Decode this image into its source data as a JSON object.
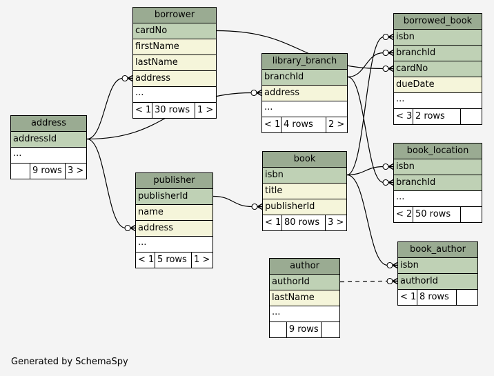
{
  "footer": "Generated by SchemaSpy",
  "tables": [
    {
      "id": "borrower",
      "title": "borrower",
      "rows": [
        {
          "name": "cardNo",
          "kind": "pk"
        },
        {
          "name": "firstName",
          "kind": "col"
        },
        {
          "name": "lastName",
          "kind": "col"
        },
        {
          "name": "address",
          "kind": "col"
        },
        {
          "name": "...",
          "kind": "more"
        }
      ],
      "footer": [
        "< 1",
        "30 rows",
        "1 >"
      ]
    },
    {
      "id": "borrowed_book",
      "title": "borrowed_book",
      "rows": [
        {
          "name": "isbn",
          "kind": "pk"
        },
        {
          "name": "branchId",
          "kind": "pk"
        },
        {
          "name": "cardNo",
          "kind": "pk"
        },
        {
          "name": "dueDate",
          "kind": "col"
        },
        {
          "name": "...",
          "kind": "more"
        }
      ],
      "footer": [
        "< 3",
        "2 rows",
        ""
      ]
    },
    {
      "id": "library_branch",
      "title": "library_branch",
      "rows": [
        {
          "name": "branchId",
          "kind": "pk"
        },
        {
          "name": "address",
          "kind": "col"
        },
        {
          "name": "...",
          "kind": "more"
        }
      ],
      "footer": [
        "< 1",
        "4 rows",
        "2 >"
      ]
    },
    {
      "id": "address",
      "title": "address",
      "rows": [
        {
          "name": "addressId",
          "kind": "pk"
        },
        {
          "name": "...",
          "kind": "more"
        }
      ],
      "footer": [
        "",
        "9 rows",
        "3 >"
      ]
    },
    {
      "id": "book",
      "title": "book",
      "rows": [
        {
          "name": "isbn",
          "kind": "pk"
        },
        {
          "name": "title",
          "kind": "col"
        },
        {
          "name": "publisherId",
          "kind": "col"
        }
      ],
      "footer": [
        "< 1",
        "80 rows",
        "3 >"
      ]
    },
    {
      "id": "book_location",
      "title": "book_location",
      "rows": [
        {
          "name": "isbn",
          "kind": "pk"
        },
        {
          "name": "branchId",
          "kind": "pk"
        },
        {
          "name": "...",
          "kind": "more"
        }
      ],
      "footer": [
        "< 2",
        "50 rows",
        ""
      ]
    },
    {
      "id": "publisher",
      "title": "publisher",
      "rows": [
        {
          "name": "publisherId",
          "kind": "pk"
        },
        {
          "name": "name",
          "kind": "col"
        },
        {
          "name": "address",
          "kind": "col"
        },
        {
          "name": "...",
          "kind": "more"
        }
      ],
      "footer": [
        "< 1",
        "5 rows",
        "1 >"
      ]
    },
    {
      "id": "book_author",
      "title": "book_author",
      "rows": [
        {
          "name": "isbn",
          "kind": "pk"
        },
        {
          "name": "authorId",
          "kind": "pk"
        }
      ],
      "footer": [
        "< 1",
        "8 rows",
        ""
      ]
    },
    {
      "id": "author",
      "title": "author",
      "rows": [
        {
          "name": "authorId",
          "kind": "pk"
        },
        {
          "name": "lastName",
          "kind": "col"
        },
        {
          "name": "...",
          "kind": "more"
        }
      ],
      "footer": [
        "",
        "9 rows",
        ""
      ]
    }
  ],
  "relationships": [
    {
      "from": "address.addressId",
      "to": "borrower.address",
      "style": "solid"
    },
    {
      "from": "address.addressId",
      "to": "library_branch.address",
      "style": "solid"
    },
    {
      "from": "address.addressId",
      "to": "publisher.address",
      "style": "solid"
    },
    {
      "from": "borrower.cardNo",
      "to": "borrowed_book.cardNo",
      "style": "solid"
    },
    {
      "from": "library_branch.branchId",
      "to": "borrowed_book.branchId",
      "style": "solid"
    },
    {
      "from": "library_branch.branchId",
      "to": "book_location.branchId",
      "style": "solid"
    },
    {
      "from": "book.isbn",
      "to": "borrowed_book.isbn",
      "style": "solid"
    },
    {
      "from": "book.isbn",
      "to": "book_location.isbn",
      "style": "solid"
    },
    {
      "from": "book.isbn",
      "to": "book_author.isbn",
      "style": "solid"
    },
    {
      "from": "publisher.publisherId",
      "to": "book.publisherId",
      "style": "solid"
    },
    {
      "from": "author.authorId",
      "to": "book_author.authorId",
      "style": "dashed"
    }
  ]
}
